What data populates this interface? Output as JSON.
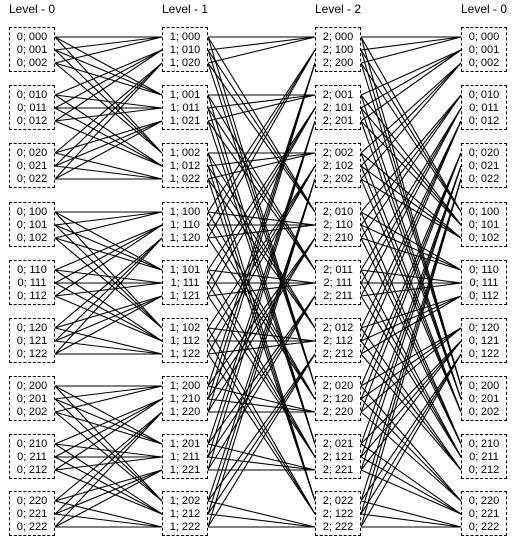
{
  "diagram": {
    "columns": [
      {
        "header": "Level - 0",
        "nodes": [
          "0; 000",
          "0; 001",
          "0; 002",
          "0; 010",
          "0; 011",
          "0; 012",
          "0; 020",
          "0; 021",
          "0; 022",
          "0; 100",
          "0; 101",
          "0; 102",
          "0; 110",
          "0; 111",
          "0; 112",
          "0; 120",
          "0; 121",
          "0; 122",
          "0; 200",
          "0; 201",
          "0; 202",
          "0; 210",
          "0; 211",
          "0; 212",
          "0; 220",
          "0; 221",
          "0; 222"
        ]
      },
      {
        "header": "Level - 1",
        "nodes": [
          "1; 000",
          "1; 010",
          "1; 020",
          "1; 001",
          "1; 011",
          "1; 021",
          "1; 002",
          "1; 012",
          "1; 022",
          "1; 100",
          "1; 110",
          "1; 120",
          "1; 101",
          "1; 111",
          "1; 121",
          "1; 102",
          "1; 112",
          "1; 122",
          "1; 200",
          "1; 210",
          "1; 220",
          "1; 201",
          "1; 211",
          "1; 221",
          "1; 202",
          "1; 212",
          "1; 222"
        ]
      },
      {
        "header": "Level - 2",
        "nodes": [
          "2; 000",
          "2; 100",
          "2; 200",
          "2; 001",
          "2; 101",
          "2; 201",
          "2; 002",
          "2; 102",
          "2; 202",
          "2; 010",
          "2; 110",
          "2; 210",
          "2; 011",
          "2; 111",
          "2; 211",
          "2; 012",
          "2; 112",
          "2; 212",
          "2; 020",
          "2; 120",
          "2; 220",
          "2; 021",
          "2; 121",
          "2; 221",
          "2; 022",
          "2; 122",
          "2; 222"
        ]
      },
      {
        "header": "Level - 0",
        "nodes": [
          "0; 000",
          "0; 001",
          "0; 002",
          "0; 010",
          "0; 011",
          "0; 012",
          "0; 020",
          "0; 021",
          "0; 022",
          "0; 100",
          "0; 101",
          "0; 102",
          "0; 110",
          "0; 111",
          "0; 112",
          "0; 120",
          "0; 121",
          "0; 122",
          "0; 200",
          "0; 201",
          "0; 202",
          "0; 210",
          "0; 211",
          "0; 212",
          "0; 220",
          "0; 221",
          "0; 222"
        ]
      }
    ]
  }
}
